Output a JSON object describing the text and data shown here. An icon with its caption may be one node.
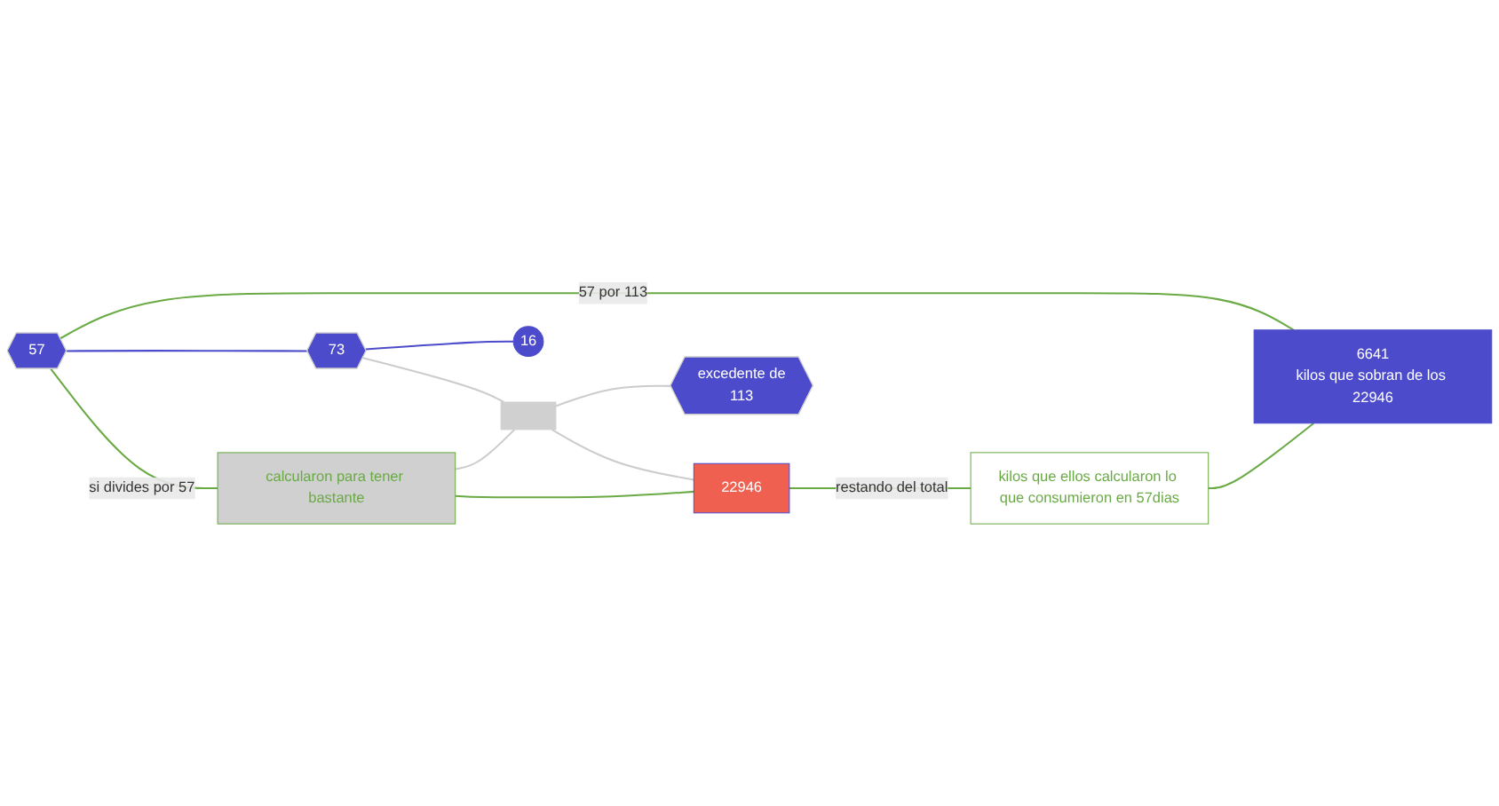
{
  "diagram": {
    "nodes": [
      {
        "text": [
          "57"
        ]
      },
      {
        "text": [
          "calcularon para tener bastante"
        ]
      },
      {
        "text": [
          "22946"
        ]
      },
      {
        "text": [
          "73"
        ]
      },
      {
        "text": [],
        "shape": "box"
      },
      {
        "text": [
          "16"
        ]
      },
      {
        "text": [
          "excedente de",
          "113"
        ]
      },
      {
        "text": [
          "kilos que ellos calcularon lo que consumieron en 57dias"
        ]
      },
      {
        "text": [
          "6641",
          "kilos que sobran de los 22946"
        ]
      }
    ],
    "edges": [
      {
        "from": 0,
        "to": 1,
        "arrow": "none",
        "label": "si divides por 57"
      },
      {
        "from": 1,
        "to": 2,
        "arrow": "none"
      },
      {
        "from": 2,
        "to": 7,
        "arrow": "none",
        "label": "restando del total"
      },
      {
        "from": 7,
        "to": 8,
        "arrow": "none"
      },
      {
        "from": 0,
        "to": 8,
        "arrow": "none",
        "label": "57 por 113"
      },
      {
        "from": 0,
        "to": 3,
        "arrow": "none",
        "color": "#4b4bcc"
      },
      {
        "from": 3,
        "to": 5,
        "arrow": "none",
        "color": "#4b4bcc"
      },
      {
        "from": 1,
        "to": 4,
        "arrow": "none",
        "color": "#cccccc"
      },
      {
        "from": 3,
        "to": 4,
        "arrow": "none",
        "color": "#cccccc"
      },
      {
        "from": 4,
        "to": 2,
        "arrow": "none",
        "color": "#cccccc"
      },
      {
        "from": 4,
        "to": 6,
        "arrow": "none",
        "color": "#cccccc"
      }
    ]
  }
}
